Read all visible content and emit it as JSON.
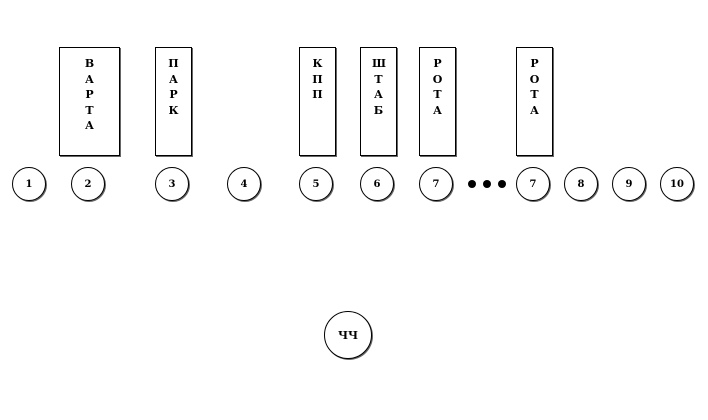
{
  "buildings": [
    {
      "label": "ВАРТА"
    },
    {
      "label": "ПАРК"
    },
    {
      "label": "КПП"
    },
    {
      "label": "ШТАБ"
    },
    {
      "label": "РОТА"
    },
    {
      "label": "РОТА"
    }
  ],
  "positions": [
    "1",
    "2",
    "3",
    "4",
    "5",
    "6",
    "7",
    "7",
    "8",
    "9",
    "10"
  ],
  "ellipsis_symbol": "●●●",
  "center_node": {
    "label": "ЧЧ"
  }
}
